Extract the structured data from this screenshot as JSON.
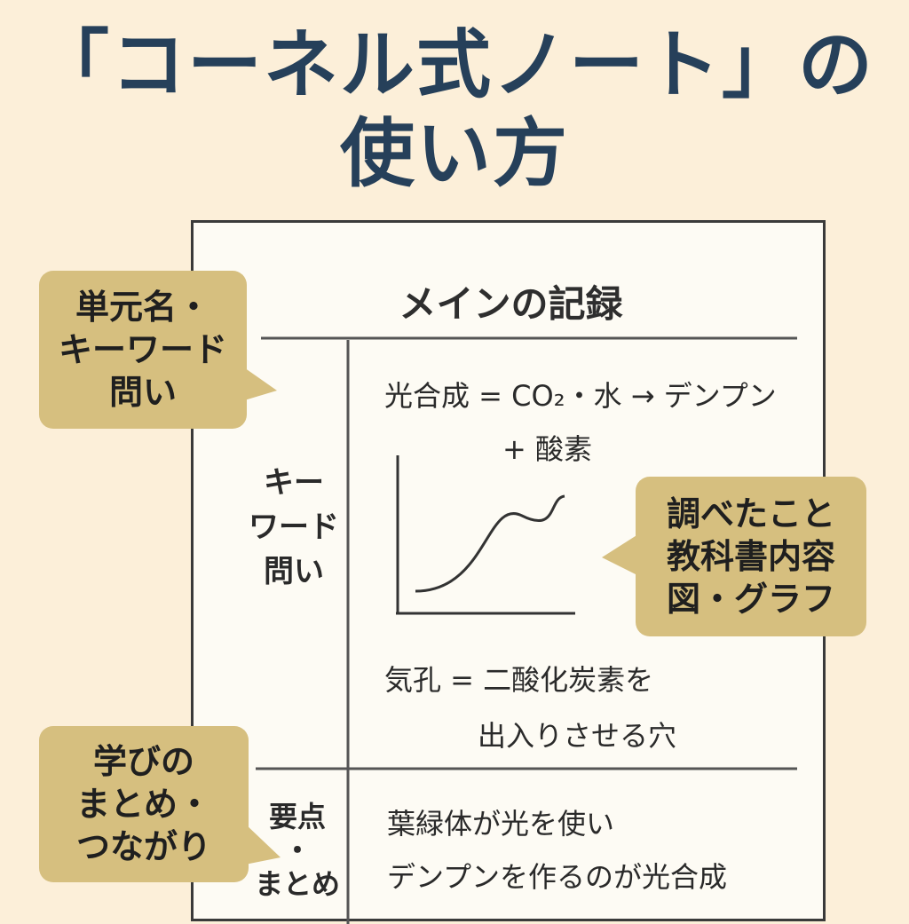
{
  "title": {
    "line1": "「コーネル式ノート」の",
    "line2": "使い方"
  },
  "note": {
    "heading": "メインの記録",
    "cue_column": {
      "lines": [
        "キー",
        "ワード",
        "問い"
      ]
    },
    "summary_column": {
      "lines": [
        "要点",
        "・",
        "まとめ"
      ]
    },
    "main_text": {
      "line1": "光合成 = CO₂・水 → デンプン",
      "line2": "+ 酸素",
      "line3": "気孔 = 二酸化炭素を",
      "line4": "出入りさせる穴"
    },
    "summary_text": {
      "line1": "葉緑体が光を使い",
      "line2": "デンプンを作るのが光合成"
    }
  },
  "callouts": {
    "cue": {
      "lines": [
        "単元名・",
        "キーワード",
        "問い"
      ]
    },
    "main": {
      "lines": [
        "調べたこと",
        "教科書内容",
        "図・グラフ"
      ]
    },
    "summary": {
      "lines": [
        "学びの",
        "まとめ・",
        "つながり"
      ]
    }
  },
  "colors": {
    "background": "#fcefd9",
    "title": "#26405a",
    "callout": "#d6bf7f",
    "sheet": "#fdfbf4"
  }
}
